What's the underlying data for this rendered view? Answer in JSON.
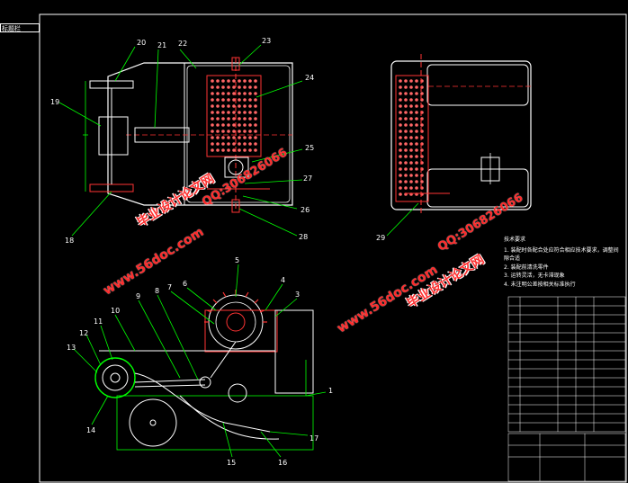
{
  "sheet": {
    "title_tag": "标题栏",
    "colors": {
      "bg": "#000000",
      "line": "#ffffff",
      "part": "#00ff00",
      "hidden": "#ff3333",
      "dash": "#ff0000",
      "fill": "#ff6666",
      "accent": "#00ffff"
    }
  },
  "callouts": {
    "top": [
      "20",
      "21",
      "22",
      "23",
      "24",
      "19",
      "25",
      "27",
      "26",
      "28",
      "18"
    ],
    "right": [
      "29"
    ],
    "front": [
      "5",
      "4",
      "6",
      "3",
      "9",
      "8",
      "7",
      "10",
      "11",
      "12",
      "13",
      "14",
      "1",
      "17",
      "15",
      "16"
    ]
  },
  "notes": {
    "heading": "技术要求",
    "items": [
      "1. 装配时各配合处应符合相应技术要求，调整间隙合适",
      "2. 装配前清洗零件",
      "3. 运转灵活，无卡滞现象",
      "4. 未注明公差按相关标准执行"
    ]
  },
  "watermarks": {
    "url": "www.56doc.com",
    "name": "毕业设计论文网",
    "qq": "QQ:306826066"
  }
}
